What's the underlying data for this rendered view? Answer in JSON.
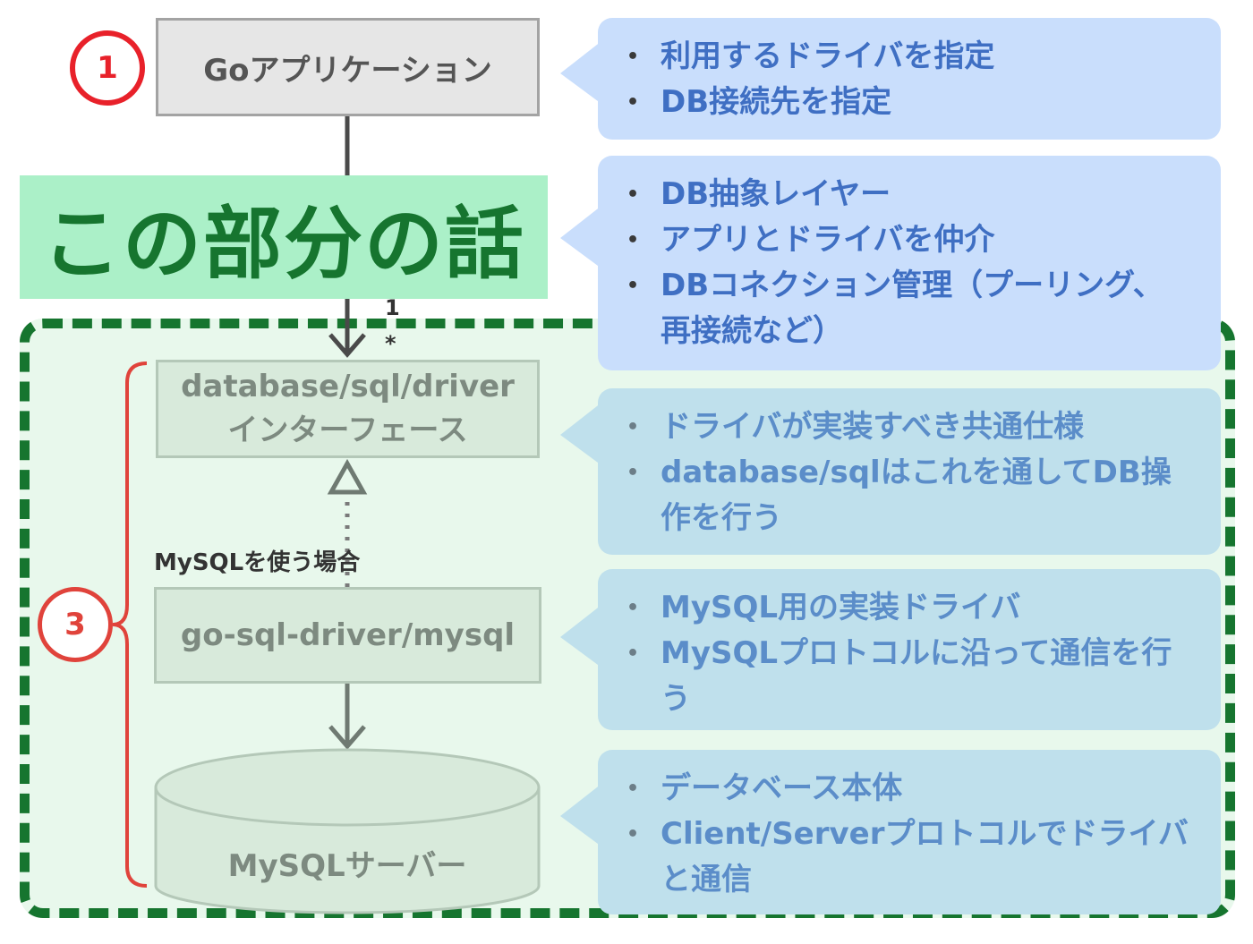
{
  "title": "この部分の話",
  "components": {
    "go_app": "Goアプリケーション",
    "driver_iface_line1": "database/sql/driver",
    "driver_iface_line2": "インターフェース",
    "mysql_driver": "go-sql-driver/mysql",
    "mysql_server": "MySQLサーバー"
  },
  "edge_labels": {
    "use_mysql": "MySQLを使う場合",
    "multiplicity_one": "1",
    "multiplicity_many": "*"
  },
  "markers": {
    "one": "1",
    "three": "3"
  },
  "callouts": [
    {
      "items": [
        "利用するドライバを指定",
        "DB接続先を指定"
      ]
    },
    {
      "items": [
        "DB抽象レイヤー",
        "アプリとドライバを仲介",
        "DBコネクション管理（プーリング、再接続など）"
      ]
    },
    {
      "items": [
        "ドライバが実装すべき共通仕様",
        "database/sqlはこれを通してDB操作を行う"
      ]
    },
    {
      "items": [
        "MySQL用の実装ドライバ",
        "MySQLプロトコルに沿って通信を行う"
      ]
    },
    {
      "items": [
        "データベース本体",
        "Client/Serverプロトコルでドライバと通信"
      ]
    }
  ],
  "colors": {
    "highlight_border": "#16752f",
    "highlight_fill": "#e8f8ec",
    "title_bg": "#abf0c8",
    "marker_red": "#e0433b",
    "callout_top": "#c9defc",
    "callout_low": "#bfe0ec"
  }
}
